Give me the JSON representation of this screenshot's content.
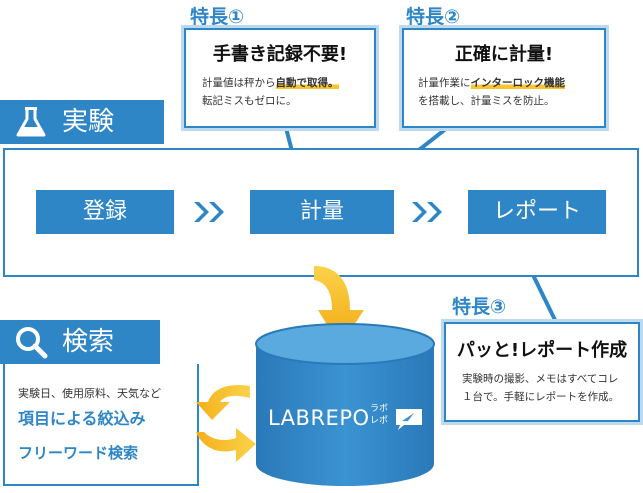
{
  "features": [
    {
      "tag": "特長①",
      "title": "手書き記録不要!",
      "line1_pre": "計量値は秤から",
      "line1_hl": "自動で取得。",
      "line2": "転記ミスもゼロに。"
    },
    {
      "tag": "特長②",
      "title": "正確に計量!",
      "line1_pre": "計量作業に",
      "line1_hl": "インターロック機能",
      "line2": "を搭載し、計量ミスを防止。"
    },
    {
      "tag": "特長③",
      "title": "パッと!レポート作成",
      "line1": "実験時の撮影、メモはすべてコレ",
      "line2": "１台で。手軽にレポートを作成。"
    }
  ],
  "experiment": {
    "label": "実験",
    "icon": "flask-icon",
    "steps": [
      "登録",
      "計量",
      "レポート"
    ]
  },
  "search": {
    "label": "検索",
    "icon": "magnifier-icon",
    "criteria": "実験日、使用原料、天気など",
    "method1": "項目による絞込み",
    "method2": "フリーワード検索"
  },
  "database": {
    "name": "LABREPO",
    "sub_top": "ラボ",
    "sub_bottom": "レポ",
    "icon": "chat-bubble-icon"
  },
  "colors": {
    "primary": "#2f86c7",
    "light": "#bcd9ef",
    "accent": "#f5b921",
    "highlight": "#f7c532"
  }
}
